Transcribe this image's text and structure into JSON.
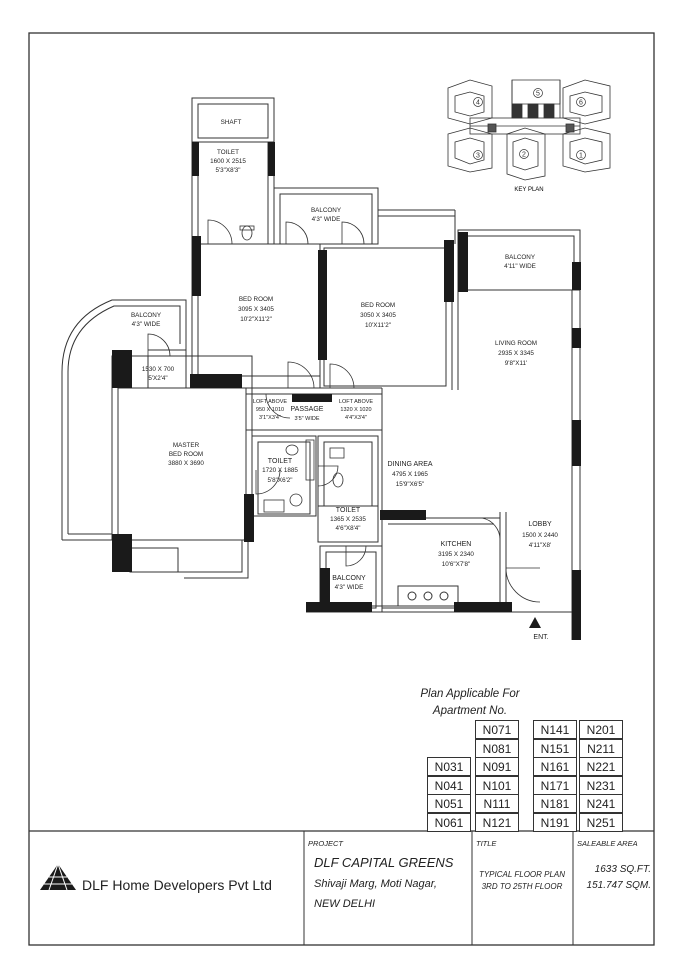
{
  "key_plan": {
    "label": "KEY PLAN",
    "numbers": [
      "1",
      "2",
      "3",
      "4",
      "5",
      "6"
    ]
  },
  "rooms": {
    "shaft": {
      "name": "SHAFT"
    },
    "toilet_top": {
      "name": "TOILET",
      "dim": "1600 X 2515",
      "imp": "5'3\"X8'3\""
    },
    "balcony_top": {
      "name": "BALCONY",
      "size": "4'3\" WIDE"
    },
    "bed1": {
      "name": "BED ROOM",
      "dim": "3095 X 3405",
      "imp": "10'2\"X11'2\""
    },
    "bed2": {
      "name": "BED ROOM",
      "dim": "3050 X 3405",
      "imp": "10'X11'2\""
    },
    "balcony_left": {
      "name": "BALCONY",
      "size": "4'3\" WIDE"
    },
    "closet": {
      "dim": "1530 X 700",
      "imp": "5'X2'4\""
    },
    "living": {
      "name": "LIVING ROOM",
      "dim": "2935 X 3345",
      "imp": "9'8\"X11'"
    },
    "balcony_right": {
      "name": "BALCONY",
      "size": "4'11\" WIDE"
    },
    "loft1": {
      "name": "LOFT ABOVE",
      "dim": "950 X 1010",
      "imp": "3'1\"X3'4\""
    },
    "passage": {
      "name": "PASSAGE",
      "size": "3'5\" WIDE"
    },
    "loft2": {
      "name": "LOFT ABOVE",
      "dim": "1320 X 1020",
      "imp": "4'4\"X3'4\""
    },
    "master": {
      "name1": "MASTER",
      "name2": "BED ROOM",
      "dim": "3880 X 3690"
    },
    "toilet_mid": {
      "name": "TOILET",
      "dim": "1720 X 1885",
      "imp": "5'8\"X6'2\""
    },
    "dining": {
      "name": "DINING AREA",
      "dim": "4795 X 1965",
      "imp": "15'9\"X6'5\""
    },
    "toilet_small": {
      "name": "TOILET",
      "dim": "1365 X 2535",
      "imp": "4'6\"X8'4\""
    },
    "kitchen": {
      "name": "KITCHEN",
      "dim": "3195 X 2340",
      "imp": "10'6\"X7'8\""
    },
    "lobby": {
      "name": "LOBBY",
      "dim": "1500 X 2440",
      "imp": "4'11\"X8'"
    },
    "balcony_kitchen": {
      "name": "BALCONY",
      "size": "4'3\" WIDE"
    },
    "entrance": {
      "label": "ENT."
    }
  },
  "applicable": {
    "title1": "Plan Applicable For",
    "title2": "Apartment No.",
    "col1": [
      "N031",
      "N041",
      "N051",
      "N061"
    ],
    "col2": [
      "N071",
      "N081",
      "N091",
      "N101",
      "N111",
      "N121"
    ],
    "col3": [
      "N141",
      "N151",
      "N161",
      "N171",
      "N181",
      "N191"
    ],
    "col4": [
      "N201",
      "N211",
      "N221",
      "N231",
      "N241",
      "N251"
    ]
  },
  "title_block": {
    "company": "DLF Home Developers Pvt Ltd",
    "project_label": "PROJECT",
    "project_name": "DLF CAPITAL GREENS",
    "address1": "Shivaji Marg, Moti Nagar,",
    "address2": "NEW DELHI",
    "title_label": "TITLE",
    "title1": "TYPICAL FLOOR PLAN",
    "title2": "3RD TO 25TH FLOOR",
    "area_label": "SALEABLE AREA",
    "area1": "1633 SQ.FT.",
    "area2": "151.747 SQM."
  }
}
